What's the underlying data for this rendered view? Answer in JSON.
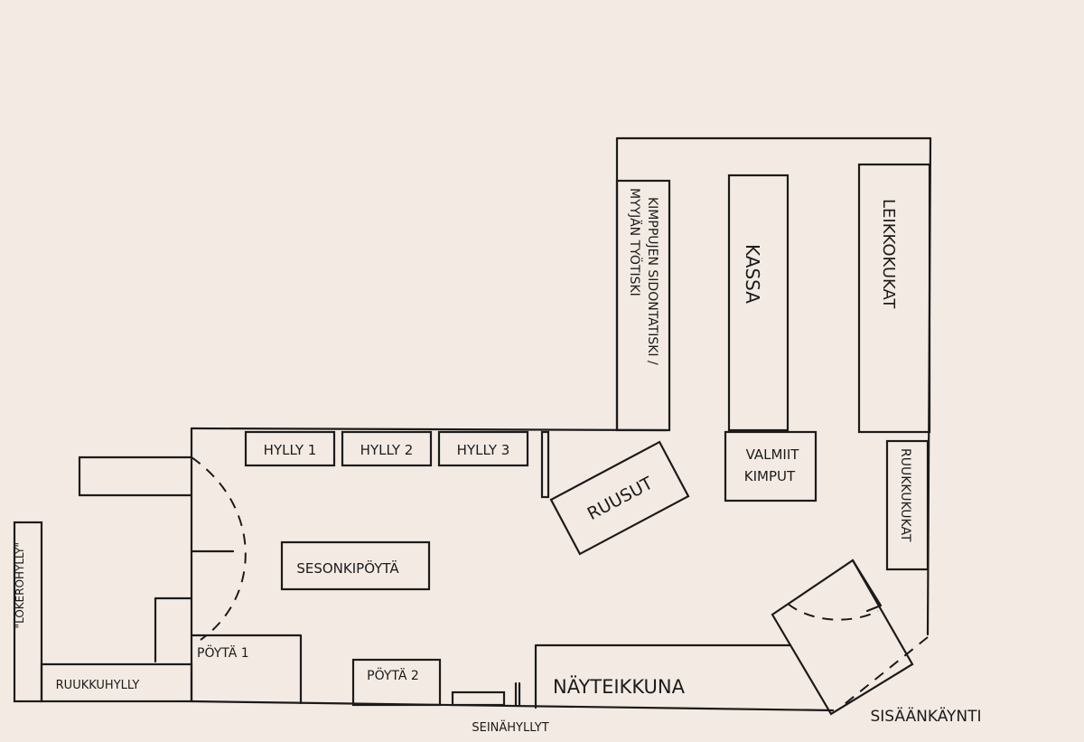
{
  "labels": {
    "hylly1": "HYLLY 1",
    "hylly2": "HYLLY 2",
    "hylly3": "HYLLY 3",
    "kimppu_line1": "KIMPPUJEN SIDONTATISKI /",
    "kimppu_line2": "MYYJÄN TYÖTISKI",
    "kassa": "KASSA",
    "leikkokukat": "LEIKKOKUKAT",
    "valmiit_line1": "VALMIIT",
    "valmiit_line2": "KIMPUT",
    "ruusut": "RUUSUT",
    "ruukkukukat": "RUUKKUKUKAT",
    "sesonkipoyta": "SESONKIPÖYTÄ",
    "lokerohylly": "\"LOKEROHYLLY\"",
    "poyta1": "PÖYTÄ 1",
    "ruukkuhylly": "RUUKKUHYLLY",
    "poyta2": "PÖYTÄ 2",
    "seinahyllyt": "SEINÄHYLLYT",
    "nayteikkuna": "NÄYTEIKKUNA",
    "sisaankaynti": "SISÄÄNKÄYNTI"
  }
}
